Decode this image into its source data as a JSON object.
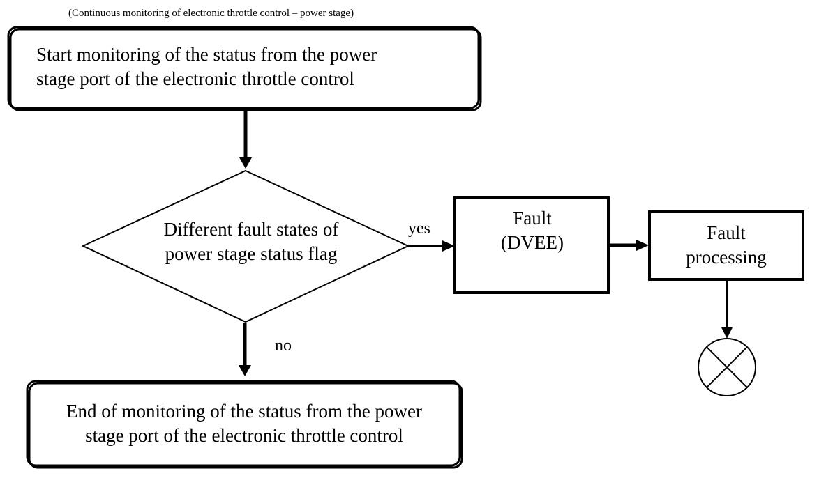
{
  "caption": "(Continuous monitoring of electronic throttle control – power stage)",
  "nodes": {
    "start": {
      "line1": "Start monitoring of the status from the power",
      "line2": "stage port of the electronic throttle control"
    },
    "decision": {
      "line1": "Different fault states of",
      "line2": "power stage status flag"
    },
    "fault": {
      "line1": "Fault",
      "line2": "(DVEE)"
    },
    "processing": {
      "line1": "Fault",
      "line2": "processing"
    },
    "end": {
      "line1": "End of monitoring of the status from the power",
      "line2": "stage port of the electronic throttle control"
    },
    "terminator": {
      "icon": "crossed-circle-icon"
    }
  },
  "edges": {
    "yes": "yes",
    "no": "no"
  }
}
